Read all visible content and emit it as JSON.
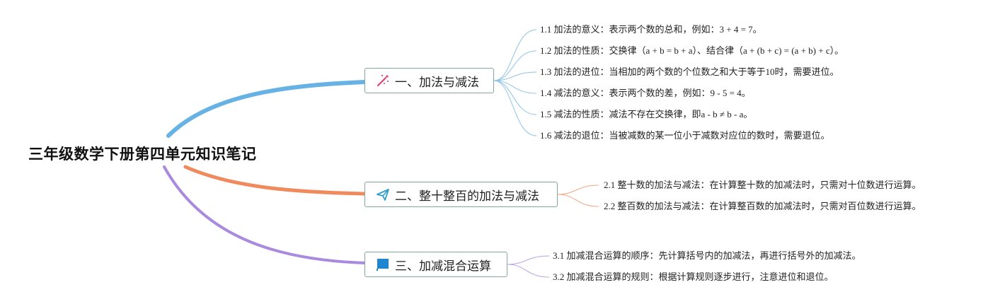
{
  "root": {
    "title": "三年级数学下册第四单元知识笔记"
  },
  "branches": [
    {
      "label": "一、加法与减法",
      "icon": "magic-wand-icon",
      "color": "#66b2e4",
      "leaf_color": "#8dc4e6",
      "leaves": [
        "1.1 加法的意义：表示两个数的总和，例如：3 + 4 = 7。",
        "1.2 加法的性质：交换律（a + b = b + a）、结合律（a + (b + c) = (a + b) + c）。",
        "1.3 加法的进位：当相加的两个数的个位数之和大于等于10时，需要进位。",
        "1.4 减法的意义：表示两个数的差，例如：9 - 5 = 4。",
        "1.5 减法的性质：减法不存在交换律，即a - b ≠ b - a。",
        "1.6 减法的退位：当被减数的某一位小于减数对应位的数时，需要退位。"
      ]
    },
    {
      "label": "二、整十整百的加法与减法",
      "icon": "paper-plane-icon",
      "color": "#f08a5d",
      "leaf_color": "#f3a583",
      "leaves": [
        "2.1 整十数的加法与减法：在计算整十数的加减法时，只需对十位数进行运算。",
        "2.2 整百数的加法与减法：在计算整百数的加减法时，只需对百位数进行运算。"
      ]
    },
    {
      "label": "三、加减混合运算",
      "icon": "flag-icon",
      "color": "#a98ade",
      "leaf_color": "#b9a0e4",
      "leaves": [
        "3.1 加减混合运算的顺序：先计算括号内的加减法，再进行括号外的加减法。",
        "3.2 加减混合运算的规则：根据计算规则逐步进行，注意进位和退位。"
      ]
    }
  ]
}
